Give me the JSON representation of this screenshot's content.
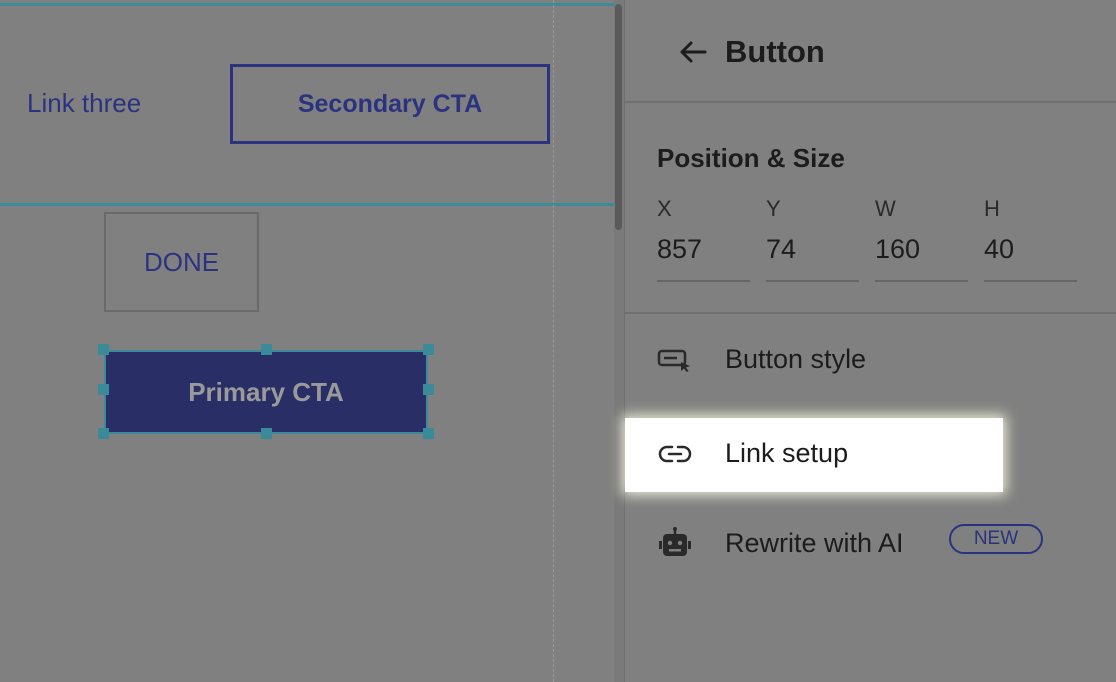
{
  "canvas": {
    "nav_link": "Link three",
    "secondary_cta": "Secondary CTA",
    "done_button": "DONE",
    "primary_cta": "Primary CTA"
  },
  "panel": {
    "title": "Button",
    "back_icon": "arrow-left-icon",
    "section_title": "Position & Size",
    "fields": [
      {
        "label": "X",
        "value": "857"
      },
      {
        "label": "Y",
        "value": "74"
      },
      {
        "label": "W",
        "value": "160"
      },
      {
        "label": "H",
        "value": "40"
      }
    ],
    "menu": [
      {
        "label": "Button style",
        "icon": "button-style-icon"
      },
      {
        "label": "Link setup",
        "icon": "link-icon",
        "highlighted": true
      },
      {
        "label": "Rewrite with AI",
        "icon": "robot-icon",
        "badge": "NEW"
      }
    ]
  },
  "colors": {
    "overlay_gray": "#808080",
    "brand_navy": "#2b3380",
    "primary_fill": "#2a2e66",
    "selection_teal": "#3b8a9a",
    "highlight": "#ffffff"
  }
}
